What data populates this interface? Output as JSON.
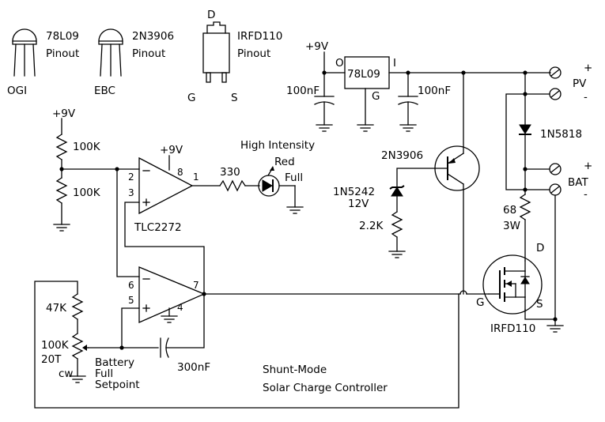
{
  "title": {
    "line1": "Shunt-Mode",
    "line2": "Solar Charge Controller"
  },
  "pinouts": {
    "reg": {
      "part": "78L09",
      "label": "Pinout",
      "pins": "OGI"
    },
    "pnp": {
      "part": "2N3906",
      "label": "Pinout",
      "pins": "EBC"
    },
    "fet": {
      "part": "IRFD110",
      "label": "Pinout",
      "drain": "D",
      "gate": "G",
      "source": "S"
    }
  },
  "supply": {
    "v1": "+9V",
    "v2": "+9V",
    "v3": "+9V"
  },
  "divider": {
    "r_top": "100K",
    "r_bot": "100K"
  },
  "opamp": {
    "part": "TLC2272",
    "u1_pin2": "2",
    "u1_pin3": "3",
    "u1_pin8": "8",
    "u1_pin1": "1",
    "u2_pin6": "6",
    "u2_pin5": "5",
    "u2_pin4": "4",
    "u2_pin7": "7"
  },
  "led": {
    "resistor": "330",
    "line1": "High Intensity",
    "line2": "Red",
    "line3": "Full"
  },
  "regulator": {
    "part": "78L09",
    "pin_o": "O",
    "pin_i": "I",
    "pin_g": "G",
    "cap1": "100nF",
    "cap2": "100nF"
  },
  "transistor": {
    "part": "2N3906"
  },
  "zener": {
    "part": "1N5242",
    "voltage": "12V",
    "resistor": "2.2K"
  },
  "terminals": {
    "pv": "PV",
    "bat": "BAT",
    "plus1": "+",
    "minus1": "-",
    "plus2": "+",
    "minus2": "-"
  },
  "diode": {
    "part": "1N5818"
  },
  "shunt_res": {
    "value": "68",
    "power": "3W"
  },
  "mosfet": {
    "part": "IRFD110",
    "d": "D",
    "g": "G",
    "s": "S"
  },
  "setpoint": {
    "r1": "47K",
    "pot": "100K",
    "turns": "20T",
    "cw": "cw",
    "line1": "Battery",
    "line2": "Full",
    "line3": "Setpoint"
  },
  "feedback_cap": "300nF"
}
